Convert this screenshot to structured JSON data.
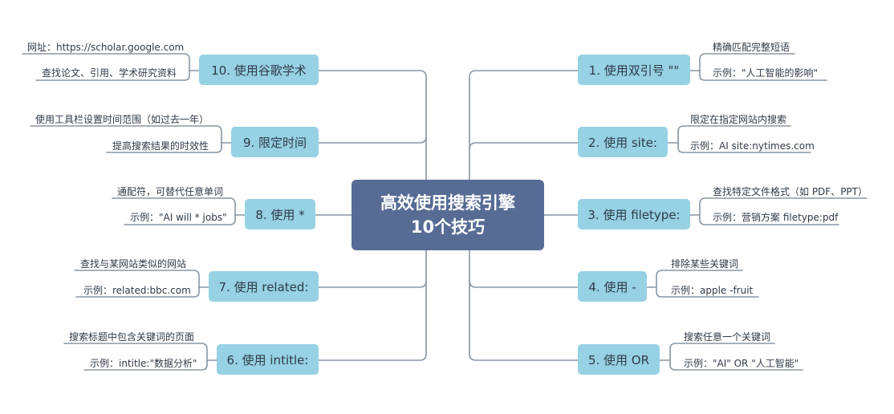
{
  "center": {
    "line1": "高效使用搜索引擎",
    "line2": "10个技巧"
  },
  "colors": {
    "center": "#576c95",
    "node": "#96d1e4",
    "line": "#8a95a3",
    "text": "#2f3a48"
  },
  "nodes": [
    {
      "label": "1. 使用双引号 \"\"",
      "detail1": "精确匹配完整短语",
      "detail2": "示例：\"人工智能的影响\""
    },
    {
      "label": "2. 使用 site:",
      "detail1": "限定在指定网站内搜索",
      "detail2": "示例：AI site:nytimes.com"
    },
    {
      "label": "3. 使用 filetype:",
      "detail1": "查找特定文件格式（如 PDF、PPT）",
      "detail2": "示例：营销方案 filetype:pdf"
    },
    {
      "label": "4. 使用 -",
      "detail1": "排除某些关键词",
      "detail2": "示例：apple -fruit"
    },
    {
      "label": "5. 使用 OR",
      "detail1": "搜索任意一个关键词",
      "detail2": "示例：\"AI\" OR \"人工智能\""
    },
    {
      "label": "6. 使用 intitle:",
      "detail1": "搜索标题中包含关键词的页面",
      "detail2": "示例：intitle:\"数据分析\""
    },
    {
      "label": "7. 使用 related:",
      "detail1": "查找与某网站类似的网站",
      "detail2": "示例：related:bbc.com"
    },
    {
      "label": "8. 使用 *",
      "detail1": "通配符，可替代任意单词",
      "detail2": "示例：\"AI will * jobs\""
    },
    {
      "label": "9. 限定时间",
      "detail1": "使用工具栏设置时间范围（如过去一年）",
      "detail2": "提高搜索结果的时效性"
    },
    {
      "label": "10. 使用谷歌学术",
      "detail1": "网址：https://scholar.google.com",
      "detail2": "查找论文、引用、学术研究资料"
    }
  ]
}
